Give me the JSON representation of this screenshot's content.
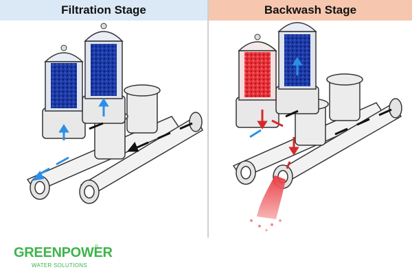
{
  "panels": {
    "filtration": {
      "title": "Filtration Stage",
      "header_color": "#dbe9f6"
    },
    "backwash": {
      "title": "Backwash Stage",
      "header_color": "#f6c7ae"
    }
  },
  "logo": {
    "brand": "GREENPOWER",
    "mark": "®",
    "subtitle": "WATER SOLUTIONS",
    "color": "#3cb44b"
  },
  "colors": {
    "filter_media": "#1f3fae",
    "flow_arrows": "#2b8fe6",
    "backwash_media": "#e8323a",
    "backwash_arrows": "#d42a2a",
    "inlet_arrows": "#111111"
  }
}
